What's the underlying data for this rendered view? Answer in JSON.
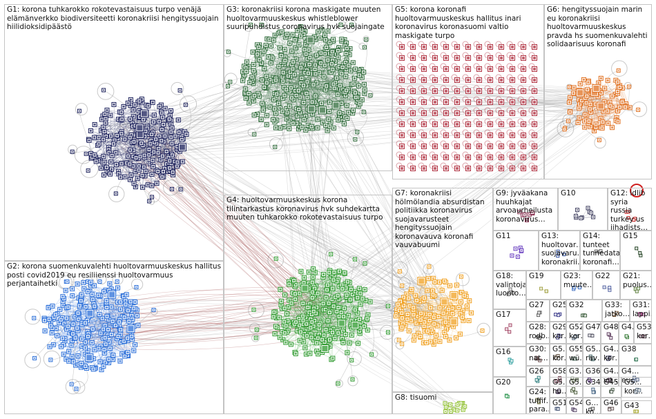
{
  "groups": [
    {
      "id": "g1",
      "label": "G1: korona tuhkarokko rokotevastaisuus turpo venäjä elämänverkko biodiversiteetti koronakriisi hengityssuojain hiilidioksidipäästö",
      "color": "#1a1f5a"
    },
    {
      "id": "g2",
      "label": "G2: korona suomenkuvalehti huoltovarmuuskeskus hallitus posti covid2019 eu resiliienssi huoltovarmuus perjantaihetki",
      "color": "#2a6ed8"
    },
    {
      "id": "g3",
      "label": "G3: koronakriisi korona maskigate muuten huoltovarmuuskeskus whistleblower suuripuhdistus coronavirus hvk suojaingate",
      "color": "#2f6b3a"
    },
    {
      "id": "g4",
      "label": "G4: huoltovarmuuskeskus korona tilintarkastus koronavirus hvk suhdekartta muuten tuhkarokko rokotevastaisuus turpo",
      "color": "#2e9a2e"
    },
    {
      "id": "g5",
      "label": "G5: korona koronafi huoltovarmuuskeskus hallitus inari koronavirus koronasuomi valtio maskigate turpo",
      "color": "#b03040"
    },
    {
      "id": "g6",
      "label": "G6: hengityssuojain marin eu koronakriisi huoltovarmuuskeskus pravda hs suomenkuvalehti solidaarisuus koronafi",
      "color": "#e07020"
    },
    {
      "id": "g7",
      "label": "G7: koronakriisi hölmölandia absurdistan politiikka koronavirus suojavarusteet hengityssuojain koronavauva koronafi vauvabuumi",
      "color": "#f0a020"
    },
    {
      "id": "g8",
      "label": "G8: tisuomi",
      "color": "#90c030"
    },
    {
      "id": "g9",
      "label": "G9: jyväakana huuhkajat arvoaurheilusta koronavirus…",
      "color": "#8a3050"
    },
    {
      "id": "g10",
      "label": "G10",
      "color": "#404060"
    },
    {
      "id": "g11",
      "label": "G11",
      "color": "#6a40c0"
    },
    {
      "id": "g12",
      "label": "G12: idlib syria russia turkey us jihadists…",
      "color": "#c02020"
    },
    {
      "id": "g13",
      "label": "G13: huoltovar… suojavaru… koronakrii…",
      "color": "#3050a0"
    },
    {
      "id": "g14",
      "label": "G14: tunteet tunnedata koronafi…",
      "color": "#606060"
    },
    {
      "id": "g15",
      "label": "G15",
      "color": "#204020"
    },
    {
      "id": "g16",
      "label": "G16",
      "color": "#30a0a0"
    },
    {
      "id": "g17",
      "label": "G17",
      "color": "#a04060"
    },
    {
      "id": "g18",
      "label": "G18: valintoja luonto…",
      "color": "#707070"
    },
    {
      "id": "g19",
      "label": "G19",
      "color": "#a0a040"
    },
    {
      "id": "g20",
      "label": "G20",
      "color": "#40a060"
    },
    {
      "id": "g21",
      "label": "G21: puolus…",
      "color": "#608040"
    },
    {
      "id": "g22",
      "label": "G22",
      "color": "#5060a0"
    },
    {
      "id": "g23",
      "label": "G23: muute…",
      "color": "#4070c0"
    },
    {
      "id": "g24",
      "label": "G24: tuffif… para…",
      "color": "#707040"
    },
    {
      "id": "g25",
      "label": "G25",
      "color": "#3a3a8a"
    },
    {
      "id": "g26",
      "label": "G26",
      "color": "#308080"
    },
    {
      "id": "g27",
      "label": "G27",
      "color": "#606060"
    },
    {
      "id": "g28",
      "label": "G28: rodb…",
      "color": "#505050"
    },
    {
      "id": "g29",
      "label": "G29: kor…",
      "color": "#404080"
    },
    {
      "id": "g30",
      "label": "G30: nat…",
      "color": "#604040"
    },
    {
      "id": "g31",
      "label": "G31: lappi…",
      "color": "#a04080"
    },
    {
      "id": "g32",
      "label": "G32",
      "color": "#406040"
    },
    {
      "id": "g33",
      "label": "G33: jatko…",
      "color": "#806040"
    },
    {
      "id": "g34",
      "label": "G34",
      "color": "#406080"
    },
    {
      "id": "g36",
      "label": "G36",
      "color": "#604080"
    },
    {
      "id": "g38",
      "label": "G38",
      "color": "#408060"
    },
    {
      "id": "g43",
      "label": "G43",
      "color": "#a0a020"
    },
    {
      "id": "g4x",
      "label": "G4…",
      "color": "#408040"
    },
    {
      "id": "g4y",
      "label": "G4… kor…",
      "color": "#404060"
    },
    {
      "id": "g4z",
      "label": "G4… vit…",
      "color": "#604060"
    },
    {
      "id": "g45",
      "label": "G45",
      "color": "#506050"
    },
    {
      "id": "g46",
      "label": "G46",
      "color": "#605050"
    },
    {
      "id": "g47",
      "label": "G47",
      "color": "#505060"
    },
    {
      "id": "g48",
      "label": "G48",
      "color": "#604060"
    },
    {
      "id": "g5a",
      "label": "G5… rav…",
      "color": "#406060"
    },
    {
      "id": "g5b",
      "label": "G5… kor…",
      "color": "#605040"
    },
    {
      "id": "g5c",
      "label": "G5… hü…",
      "color": "#504060"
    },
    {
      "id": "g5d",
      "label": "G5…",
      "color": "#506040"
    },
    {
      "id": "g51",
      "label": "G51",
      "color": "#405070"
    },
    {
      "id": "g52",
      "label": "G52: kor…",
      "color": "#506070"
    },
    {
      "id": "g53",
      "label": "G53: kor…",
      "color": "#705060"
    },
    {
      "id": "g54",
      "label": "G54",
      "color": "#605070"
    },
    {
      "id": "g55",
      "label": "G55: wü…",
      "color": "#507060"
    },
    {
      "id": "g58",
      "label": "G58",
      "color": "#704050"
    },
    {
      "id": "g3x",
      "label": "G3…",
      "color": "#607050"
    },
    {
      "id": "g4e",
      "label": "G4… eu…",
      "color": "#506080"
    },
    {
      "id": "g5e",
      "label": "G5… kor…",
      "color": "#607080"
    },
    {
      "id": "gyy",
      "label": "G… ko…",
      "color": "#505050"
    }
  ]
}
